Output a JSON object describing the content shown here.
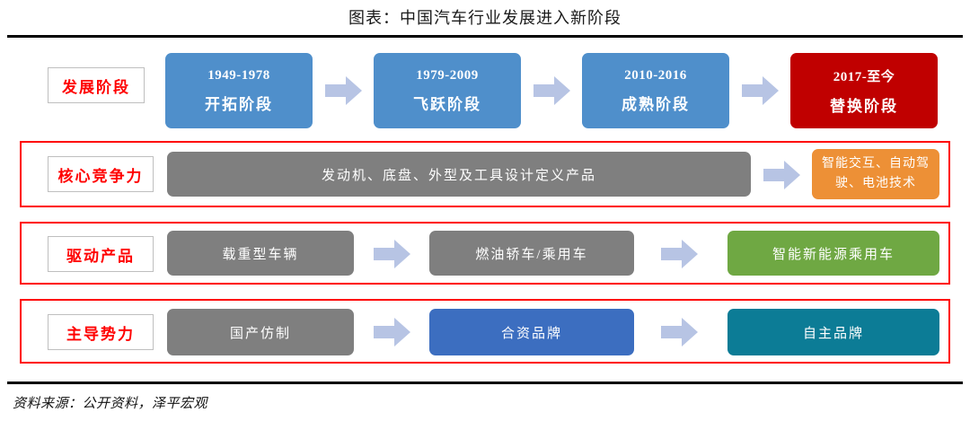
{
  "title": "图表：中国汽车行业发展进入新阶段",
  "source": "资料来源：公开资料，泽平宏观",
  "colors": {
    "blue": "#4F8FCB",
    "red": "#C00000",
    "gray": "#7F7F7F",
    "orange": "#ED9036",
    "green": "#6FA843",
    "royal_blue": "#3C6EC0",
    "teal": "#0C7C96",
    "arrow": "#B7C4E4",
    "label_text": "#FF0000",
    "row_border": "#FF0000",
    "rule": "#000000"
  },
  "rows": [
    {
      "label": "发展阶段",
      "bordered": false,
      "boxes": [
        {
          "line1": "1949-1978",
          "line2": "开拓阶段",
          "color": "blue"
        },
        {
          "line1": "1979-2009",
          "line2": "飞跃阶段",
          "color": "blue"
        },
        {
          "line1": "2010-2016",
          "line2": "成熟阶段",
          "color": "blue"
        },
        {
          "line1": "2017-至今",
          "line2": "替换阶段",
          "color": "red"
        }
      ]
    },
    {
      "label": "核心竞争力",
      "bordered": true,
      "boxes": [
        {
          "text": "发动机、底盘、外型及工具设计定义产品",
          "color": "gray"
        },
        {
          "text": "智能交互、自动驾驶、电池技术",
          "color": "orange"
        }
      ]
    },
    {
      "label": "驱动产品",
      "bordered": true,
      "boxes": [
        {
          "text": "载重型车辆",
          "color": "gray"
        },
        {
          "text": "燃油轿车/乘用车",
          "color": "gray"
        },
        {
          "text": "智能新能源乘用车",
          "color": "green"
        }
      ]
    },
    {
      "label": "主导势力",
      "bordered": true,
      "boxes": [
        {
          "text": "国产仿制",
          "color": "gray"
        },
        {
          "text": "合资品牌",
          "color": "royal_blue"
        },
        {
          "text": "自主品牌",
          "color": "teal"
        }
      ]
    }
  ]
}
